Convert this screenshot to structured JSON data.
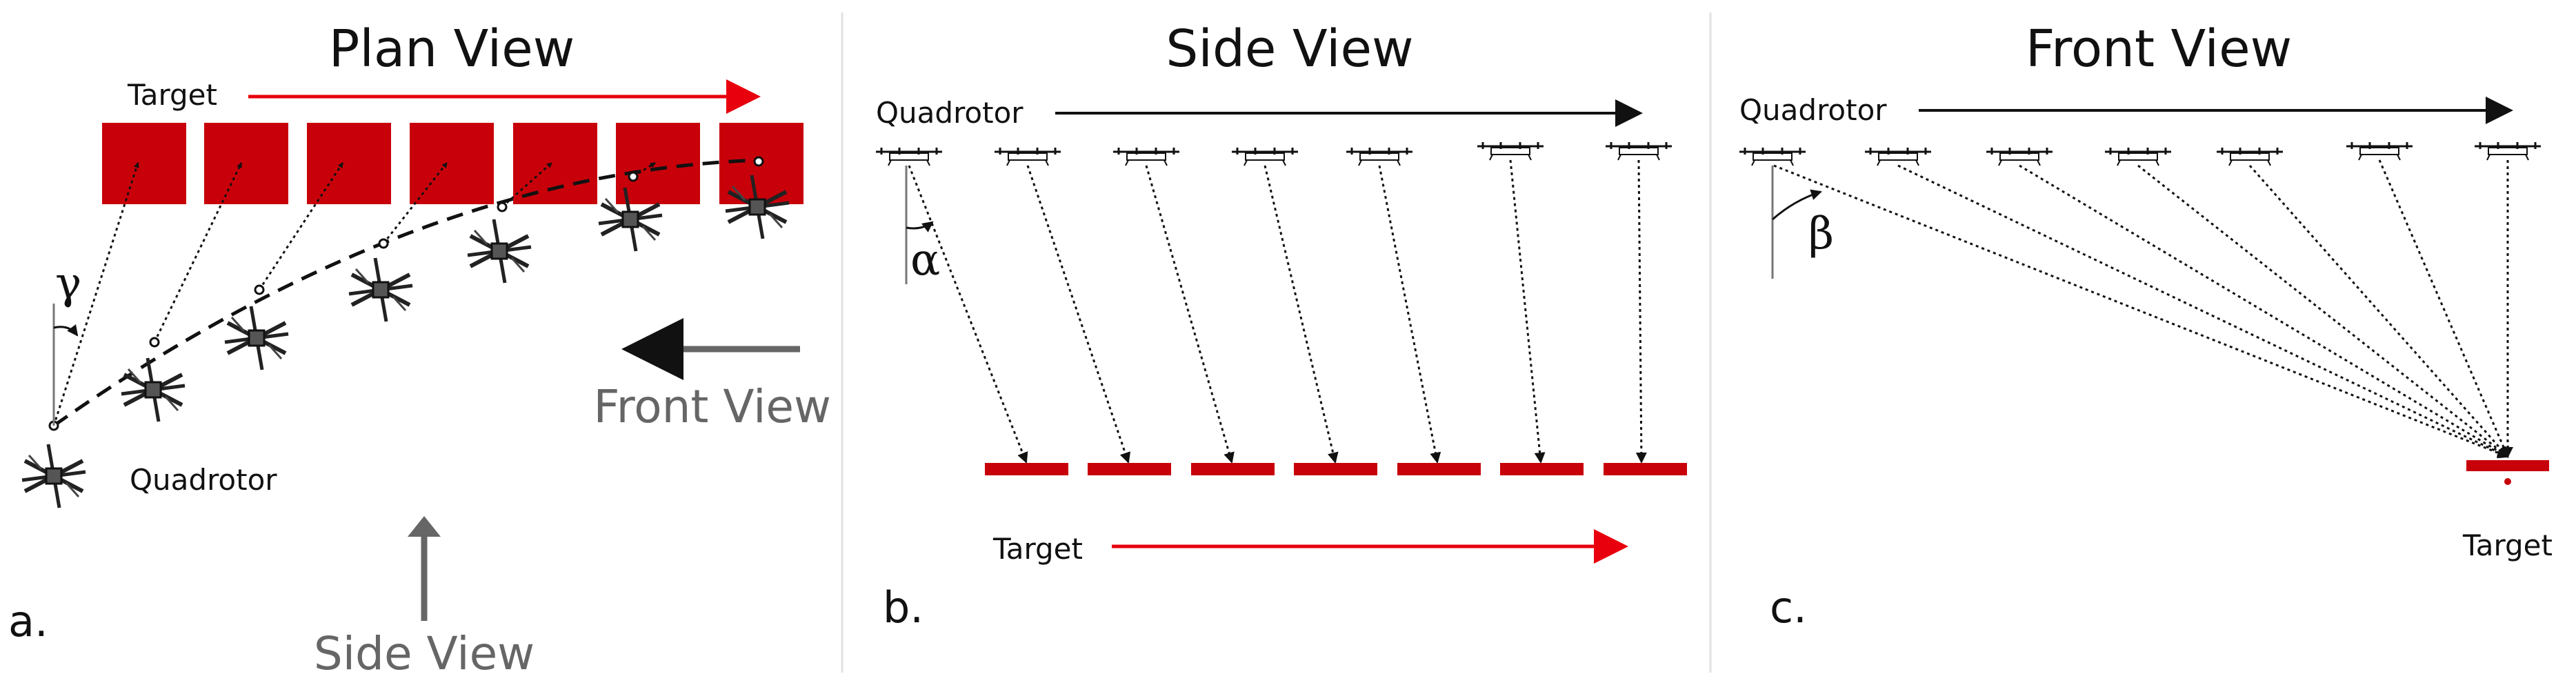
{
  "panels": {
    "plan": {
      "title": "Plan View",
      "target_label": "Target",
      "quadrotor_label": "Quadrotor",
      "front_view_label": "Front View",
      "side_view_label": "Side View",
      "angle_label": "γ",
      "panel_letter": "a."
    },
    "side": {
      "title": "Side View",
      "quadrotor_label": "Quadrotor",
      "target_label": "Target",
      "angle_label": "α",
      "panel_letter": "b."
    },
    "front": {
      "title": "Front View",
      "quadrotor_label": "Quadrotor",
      "target_label": "Target",
      "angle_label": "β",
      "panel_letter": "c."
    }
  },
  "colors": {
    "target": "#c8000a",
    "arrow_red": "#e8000d",
    "arrow_gray": "#666666",
    "line": "#111111"
  },
  "icons": [
    "quadrotor-top-icon",
    "quadrotor-side-icon",
    "target-block-icon",
    "target-bar-icon"
  ]
}
